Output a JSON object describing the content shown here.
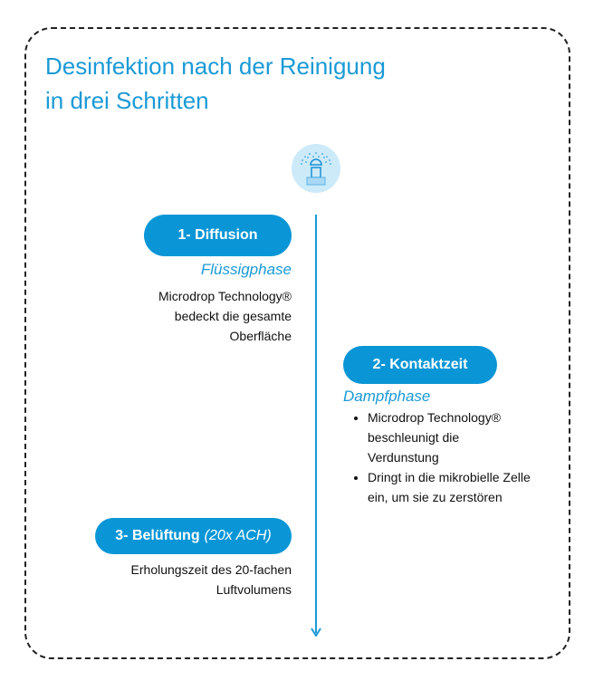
{
  "title": {
    "line1": "Desinfektion nach der Reinigung",
    "line2": "in drei Schritten"
  },
  "icon": "sprayer-icon",
  "colors": {
    "accent": "#0a96d6",
    "title": "#1a9ad6"
  },
  "steps": [
    {
      "label": "1- Diffusion",
      "phase": "Flüssigphase",
      "lines": [
        "Microdrop Technology®",
        "bedeckt die gesamte",
        "Oberfläche"
      ]
    },
    {
      "label": "2- Kontaktzeit",
      "phase": "Dampfphase",
      "bullets": [
        "Microdrop Technology® beschleunigt die Verdunstung",
        "Dringt in die mikrobielle Zelle ein, um sie zu zerstören"
      ]
    },
    {
      "label": "3- Belüftung",
      "label_suffix": "(20x ACH)",
      "lines": [
        "Erholungszeit des 20-fachen",
        "Luftvolumens"
      ]
    }
  ]
}
